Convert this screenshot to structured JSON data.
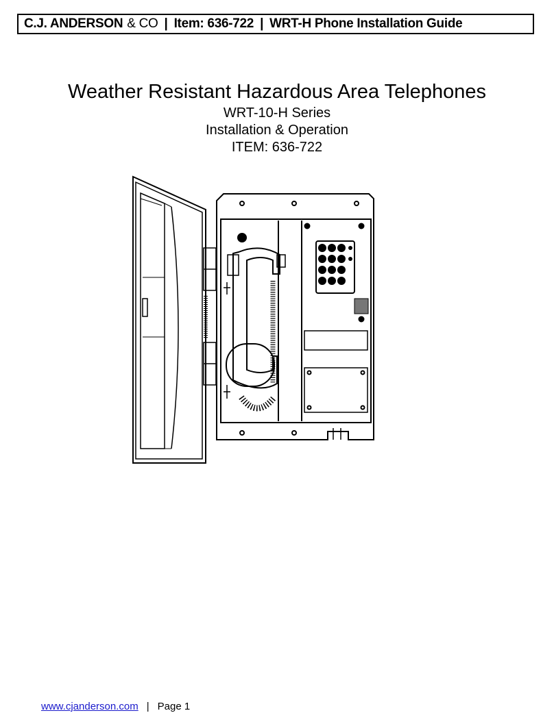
{
  "header": {
    "company": "C.J. ANDERSON",
    "company_suffix": "& CO",
    "separator": "|",
    "item": "Item:  636-722",
    "guide": "WRT-H Phone Installation Guide"
  },
  "titles": {
    "main": "Weather Resistant Hazardous Area Telephones",
    "series": "WRT-10-H Series",
    "subtitle": "Installation & Operation",
    "item": "ITEM: 636-722"
  },
  "footer": {
    "website": "www.cjanderson.com",
    "separator": "|",
    "page": "Page 1"
  }
}
